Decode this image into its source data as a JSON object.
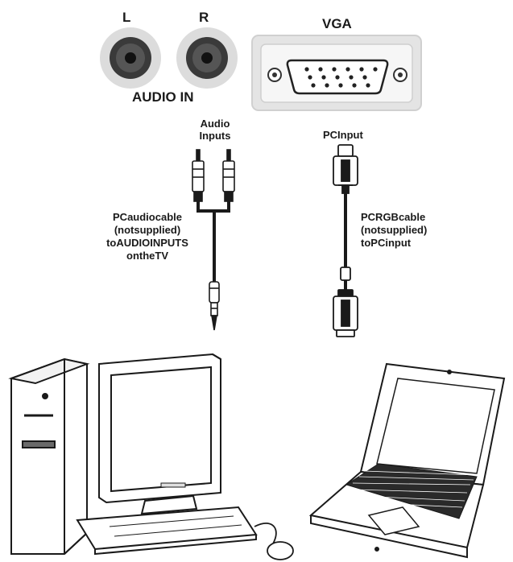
{
  "panel": {
    "audio_left_label": "L",
    "audio_right_label": "R",
    "audio_in_label": "AUDIO IN",
    "vga_label": "VGA"
  },
  "labels": {
    "audio_inputs_line1": "Audio",
    "audio_inputs_line2": "Inputs",
    "pc_input": "PCInput",
    "audio_cable_lines": [
      "PCaudiocable",
      "(notsupplied)",
      "toAUDIOINPUTS",
      "ontheTV"
    ],
    "rgb_cable_lines": [
      "PCRGBcable",
      "(notsupplied)",
      "toPCinput"
    ]
  },
  "colors": {
    "line": "#1a1a1a",
    "panel_gray": "#e6e6e6",
    "jack_ring": "#cfcfcf",
    "jack_hole": "#2b2b2b"
  }
}
